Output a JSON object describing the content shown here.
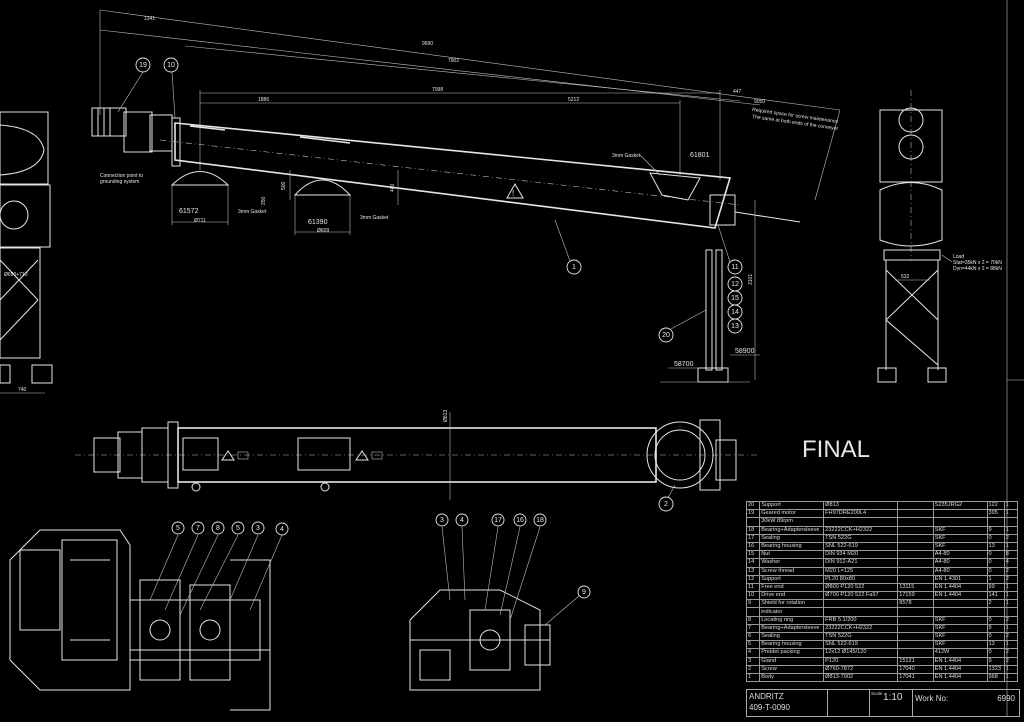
{
  "stamp": "FINAL",
  "dimensions": {
    "d1341": "1341",
    "d9690": "9690",
    "d7902": "7902",
    "d7098": "7098",
    "d1886": "1886",
    "d5212": "5212",
    "d447": "447",
    "d9050": "9050",
    "maint1": "Required space for screw maintenance",
    "maint2": "The same at both ends of the conveyor",
    "d0711": "Ø711",
    "d0609": "Ø609",
    "d500": "500",
    "d400": "400",
    "d250": "250",
    "d3101": "3101",
    "d650": "Ø650+710",
    "d740": "740",
    "d532": "532",
    "d0813": "Ø813",
    "load1": "Load",
    "load2": "Stat=35kN x 2 = 70kN",
    "load3": "Dyn=44kN x 2 = 88kN"
  },
  "notes": {
    "gasket3mm_a": "3mm Gasket",
    "gasket3mm_b": "3mm Gasket",
    "gasket3mm_c": "3mm Gasket",
    "grounding1": "Connection point to",
    "grounding2": "grounding system"
  },
  "callouts": {
    "c61572": "61572",
    "c61390": "61390",
    "c61801": "61801",
    "c58700": "58700",
    "c58900": "58900"
  },
  "balloons": {
    "b19": "19",
    "b10": "10",
    "b1": "1",
    "b11": "11",
    "b12": "12",
    "b15": "15",
    "b14": "14",
    "b13": "13",
    "b20": "20",
    "b2": "2",
    "d5a": "5",
    "d7": "7",
    "d8": "8",
    "d5b": "5",
    "d3a": "3",
    "d4a": "4",
    "d3b": "3",
    "d4b": "4",
    "d17": "17",
    "d16": "16",
    "d18": "18",
    "d9": "9"
  },
  "parts_table": [
    [
      "20",
      "Support",
      "Ø813",
      "",
      "S235JRG2",
      "122",
      "1"
    ],
    [
      "19",
      "Geared motor",
      "FH97DRE200L4",
      "",
      "",
      "395",
      "1"
    ],
    [
      "",
      "30kW 89rpm",
      "",
      "",
      "",
      "",
      ""
    ],
    [
      "18",
      "Bearing+Adaptersleeve",
      "23222CCK+H2322",
      "",
      "SKF",
      "9",
      "1"
    ],
    [
      "17",
      "Sealing",
      "TSN 522G",
      "",
      "SKF",
      "0",
      "2"
    ],
    [
      "16",
      "Bearing housing",
      "SNL 522-619",
      "",
      "SKF",
      "13",
      "1"
    ],
    [
      "15",
      "Nut",
      "DIN 934 M20",
      "",
      "A4-80",
      "0",
      "8"
    ],
    [
      "14",
      "Washer",
      "DIN 912-A21",
      "",
      "A4-80",
      "0",
      "4"
    ],
    [
      "13",
      "Screw thread",
      "M20 L=125",
      "",
      "A4-80",
      "0",
      "2"
    ],
    [
      "12",
      "Support",
      "PL20 80x80",
      "",
      "EN 1.4301",
      "1",
      "2"
    ],
    [
      "11",
      "Free end",
      "Ø800 P120 522",
      "13115",
      "EN 1.4404",
      "99",
      "1"
    ],
    [
      "10",
      "Drive end",
      "Ø700 P120 522 Fa97",
      "17159",
      "EN 1.4404",
      "141",
      "1"
    ],
    [
      "9",
      "Shield for rotation",
      "",
      "8578",
      "",
      "2",
      "1"
    ],
    [
      "",
      "indicator",
      "",
      "",
      "",
      "",
      ""
    ],
    [
      "8",
      "Locating ring",
      "FRB 5.1/200",
      "",
      "SKF",
      "0",
      "2"
    ],
    [
      "7",
      "Bearing+Adaptersleeve",
      "23222CCK+H2322",
      "",
      "SKF",
      "9",
      "1"
    ],
    [
      "6",
      "Sealing",
      "TSN 522G",
      "",
      "SKF",
      "0",
      "2"
    ],
    [
      "5",
      "Bearing housing",
      "SNL 522-619",
      "",
      "SKF",
      "13",
      "1"
    ],
    [
      "4",
      "Preidet packing",
      "12x12 Ø145/120",
      "",
      "412W",
      "0",
      "2"
    ],
    [
      "3",
      "Gland",
      "P120",
      "15121",
      "EN 1.4404",
      "9",
      "2"
    ],
    [
      "2",
      "Screw",
      "Ø760-7872",
      "17040",
      "EN 1.4404",
      "1323",
      "1"
    ],
    [
      "1",
      "Body",
      "Ø813-7902",
      "17041",
      "EN 1.4404",
      "968",
      "1"
    ]
  ],
  "title_block": {
    "company": "ANDRITZ",
    "drawing_no": "409-T-0090",
    "scale_label": "Scale",
    "scale": "1:10",
    "work_label": "Work No:",
    "work_no": "6990"
  }
}
